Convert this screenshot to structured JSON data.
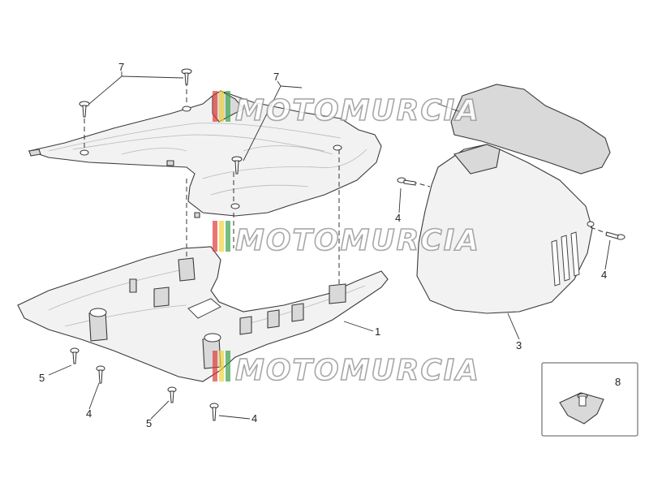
{
  "watermark": {
    "text": "MOTOMURCIA",
    "stripe_colors": [
      "#e23a3a",
      "#f2d13a",
      "#3aa14a"
    ]
  },
  "callouts": [
    {
      "id": "label-7-left",
      "text": "7"
    },
    {
      "id": "label-7-right",
      "text": "7"
    },
    {
      "id": "label-1",
      "text": "1"
    },
    {
      "id": "label-3",
      "text": "3"
    },
    {
      "id": "label-4-a",
      "text": "4"
    },
    {
      "id": "label-4-b",
      "text": "4"
    },
    {
      "id": "label-4-c",
      "text": "4"
    },
    {
      "id": "label-4-d",
      "text": "4"
    },
    {
      "id": "label-5-a",
      "text": "5"
    },
    {
      "id": "label-5-b",
      "text": "5"
    },
    {
      "id": "label-8",
      "text": "8"
    }
  ]
}
